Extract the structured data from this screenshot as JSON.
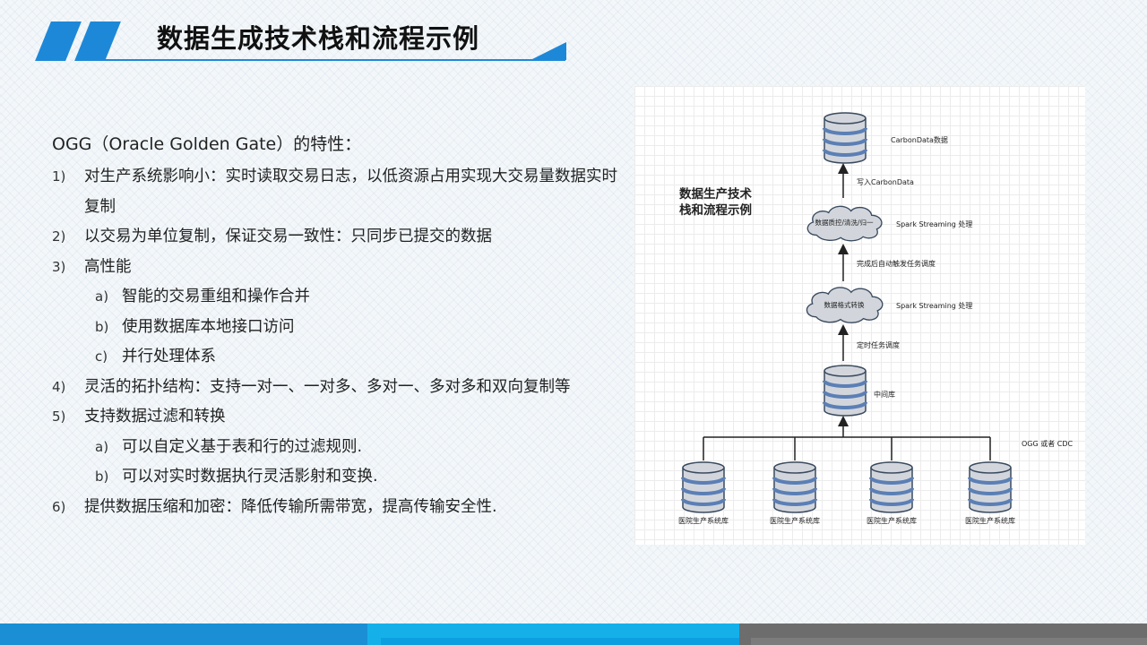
{
  "title": "数据生成技术栈和流程示例",
  "content": {
    "heading": "OGG（Oracle Golden Gate）的特性：",
    "items": [
      {
        "num": "1)",
        "text": "对生产系统影响小：实时读取交易日志，以低资源占用实现大交易量数据实时复制"
      },
      {
        "num": "2)",
        "text": "以交易为单位复制，保证交易一致性：只同步已提交的数据"
      },
      {
        "num": "3)",
        "text": "高性能"
      },
      {
        "num": "a)",
        "text": "智能的交易重组和操作合并"
      },
      {
        "num": "b)",
        "text": "使用数据库本地接口访问"
      },
      {
        "num": "c)",
        "text": "并行处理体系"
      },
      {
        "num": "4)",
        "text": "灵活的拓扑结构：支持一对一、一对多、多对一、多对多和双向复制等"
      },
      {
        "num": "5)",
        "text": "支持数据过滤和转换"
      },
      {
        "num": "a)",
        "text": "可以自定义基于表和行的过滤规则."
      },
      {
        "num": "b)",
        "text": "可以对实时数据执行灵活影射和变换."
      },
      {
        "num": "6)",
        "text": "提供数据压缩和加密：降低传输所需带宽，提高传输安全性."
      }
    ]
  },
  "diagram": {
    "title_line1": "数据生产技术",
    "title_line2": "栈和流程示例",
    "top_db_label": "CarbonData数据",
    "write_label": "写入CarbonData",
    "cloud1_text": "数据质控/清洗/归一",
    "cloud1_side": "Spark Streaming 处理",
    "trigger_label": "完成后自动触发任务调度",
    "cloud2_text": "数据格式转换",
    "cloud2_side": "Spark Streaming 处理",
    "schedule_label": "定时任务调度",
    "mid_db_label": "中间库",
    "ogg_label": "OGG 或者 CDC",
    "source_labels": [
      "医院生产系统库",
      "医院生产系统库",
      "医院生产系统库",
      "医院生产系统库"
    ]
  },
  "colors": {
    "accent": "#1e88d8",
    "db_blue": "#5b7fb5",
    "db_fill": "#d2d6dc",
    "bottom_blue": "#1a8fd6",
    "bottom_cyan": "#15b0ea",
    "bottom_gray": "#6d6d6d"
  }
}
